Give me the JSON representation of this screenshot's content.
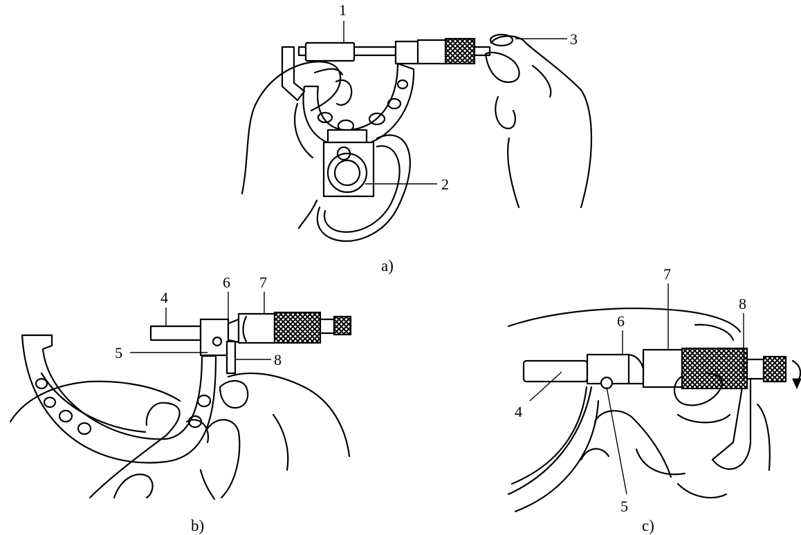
{
  "figure": {
    "panels": [
      {
        "caption": "a)",
        "labels": [
          "1",
          "2",
          "3"
        ]
      },
      {
        "caption": "b)",
        "labels": [
          "4",
          "5",
          "6",
          "7",
          "8"
        ]
      },
      {
        "caption": "c)",
        "labels": [
          "4",
          "5",
          "6",
          "7",
          "8"
        ]
      }
    ]
  },
  "colors": {
    "line": "#000000",
    "background": "#ffffff"
  }
}
